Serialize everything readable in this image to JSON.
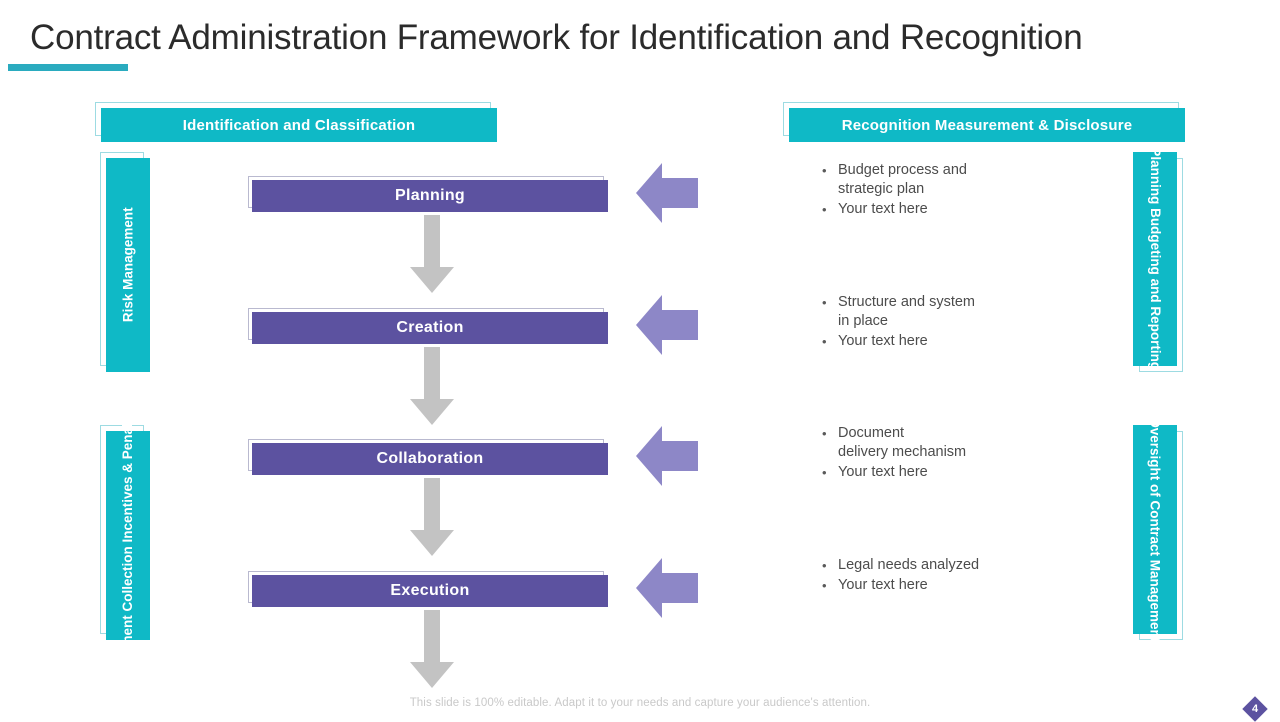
{
  "slide": {
    "title": "Contract Administration Framework for Identification and Recognition",
    "footer_note": "This slide is 100% editable. Adapt it to your needs and capture your audience's attention.",
    "page_number": "4",
    "accent_color": "#2aabbf",
    "teal_color": "#0fb9c6",
    "purple_color": "#5c52a0",
    "arrow_purple_color": "#8d87c7",
    "arrow_gray_color": "#c3c3c3"
  },
  "headers": {
    "left": "Identification and Classification",
    "right": "Recognition Measurement & Disclosure"
  },
  "side_panels": {
    "left_top": "Risk Management",
    "left_bottom": "Payment Collection\nIncentives & Penalties",
    "right_top": "Planning Budgeting\nand Reporting",
    "right_bottom": "Oversight of\nContract Management"
  },
  "stages": [
    {
      "label": "Planning"
    },
    {
      "label": "Creation"
    },
    {
      "label": "Collaboration"
    },
    {
      "label": "Execution"
    }
  ],
  "bullet_groups": [
    {
      "bullets": [
        "Budget process and\nstrategic plan",
        "Your text here"
      ]
    },
    {
      "bullets": [
        "Structure and system\nin place",
        "Your text here"
      ]
    },
    {
      "bullets": [
        "Document\ndelivery mechanism",
        "Your text here"
      ]
    },
    {
      "bullets": [
        "Legal needs analyzed",
        "Your text here"
      ]
    }
  ],
  "icons": {
    "bullet": "•",
    "down_arrow": "down-arrow-icon",
    "left_arrow": "left-arrow-icon"
  }
}
